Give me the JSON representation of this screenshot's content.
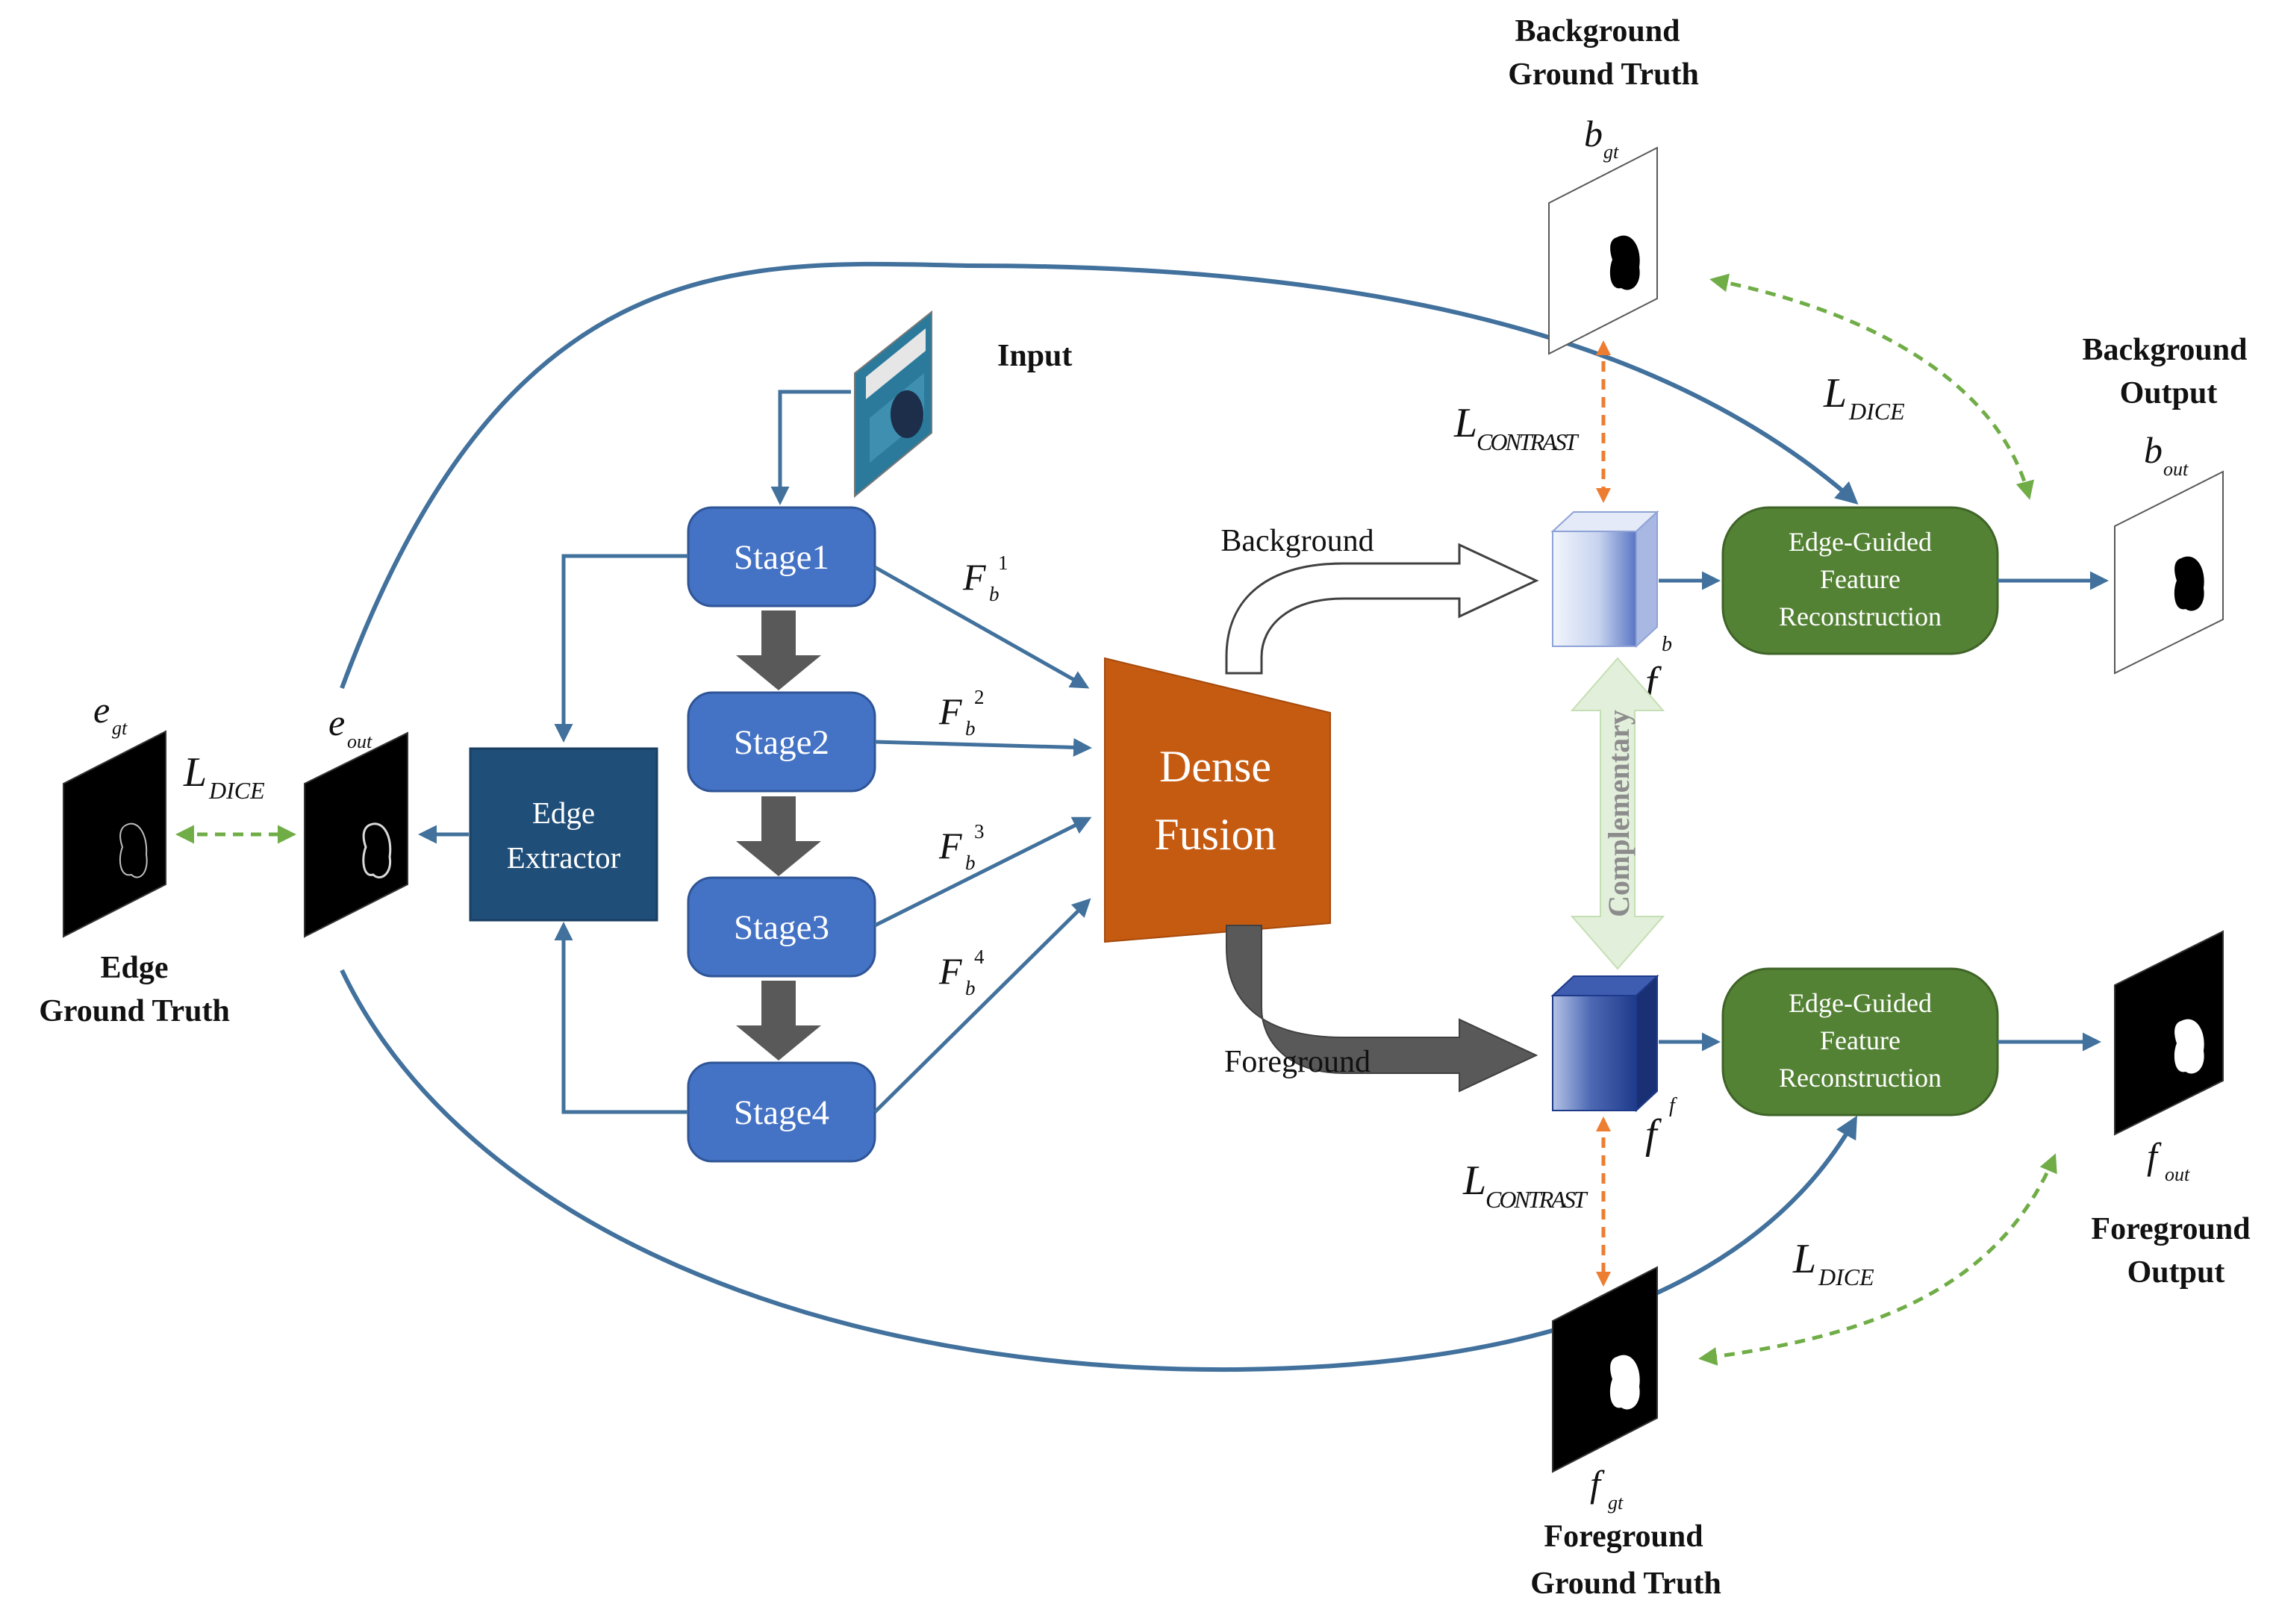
{
  "labels": {
    "input": "Input",
    "edge_gt_title_1": "Edge",
    "edge_gt_title_2": "Ground Truth",
    "bg_gt_title_1": "Background",
    "bg_gt_title_2": "Ground Truth",
    "bg_out_title_1": "Background",
    "bg_out_title_2": "Output",
    "fg_out_title_1": "Foreground",
    "fg_out_title_2": "Output",
    "fg_gt_title_1": "Foreground",
    "fg_gt_title_2": "Ground Truth"
  },
  "stages": [
    "Stage1",
    "Stage2",
    "Stage3",
    "Stage4"
  ],
  "edge_extractor": {
    "line1": "Edge",
    "line2": "Extractor"
  },
  "dense_fusion": {
    "line1": "Dense",
    "line2": "Fusion"
  },
  "reconstruction": {
    "line1": "Edge-Guided",
    "line2": "Feature",
    "line3": "Reconstruction"
  },
  "flows": {
    "background": "Background",
    "foreground": "Foreground",
    "complementary": "Complementary"
  },
  "features": {
    "F": "F",
    "sub_b": "b",
    "sup": [
      "1",
      "2",
      "3",
      "4"
    ],
    "f": "f",
    "sup_b": "b",
    "sup_f": "f"
  },
  "math": {
    "e": "e",
    "gt": "gt",
    "out": "out",
    "b": "b",
    "f": "f",
    "L": "L",
    "DICE": "DICE",
    "CONTRAST": "CONTRAST"
  },
  "colors": {
    "stage_blue": "#4472c4",
    "edge_box": "#1f4e79",
    "dense_fusion": "#c55a11",
    "green_box": "#548235",
    "arrow_blue": "#41719c",
    "dark_arrow": "#595959",
    "dashed_green": "#70ad47",
    "dashed_orange": "#ed7d31",
    "complementary_fill": "#e2efda"
  }
}
